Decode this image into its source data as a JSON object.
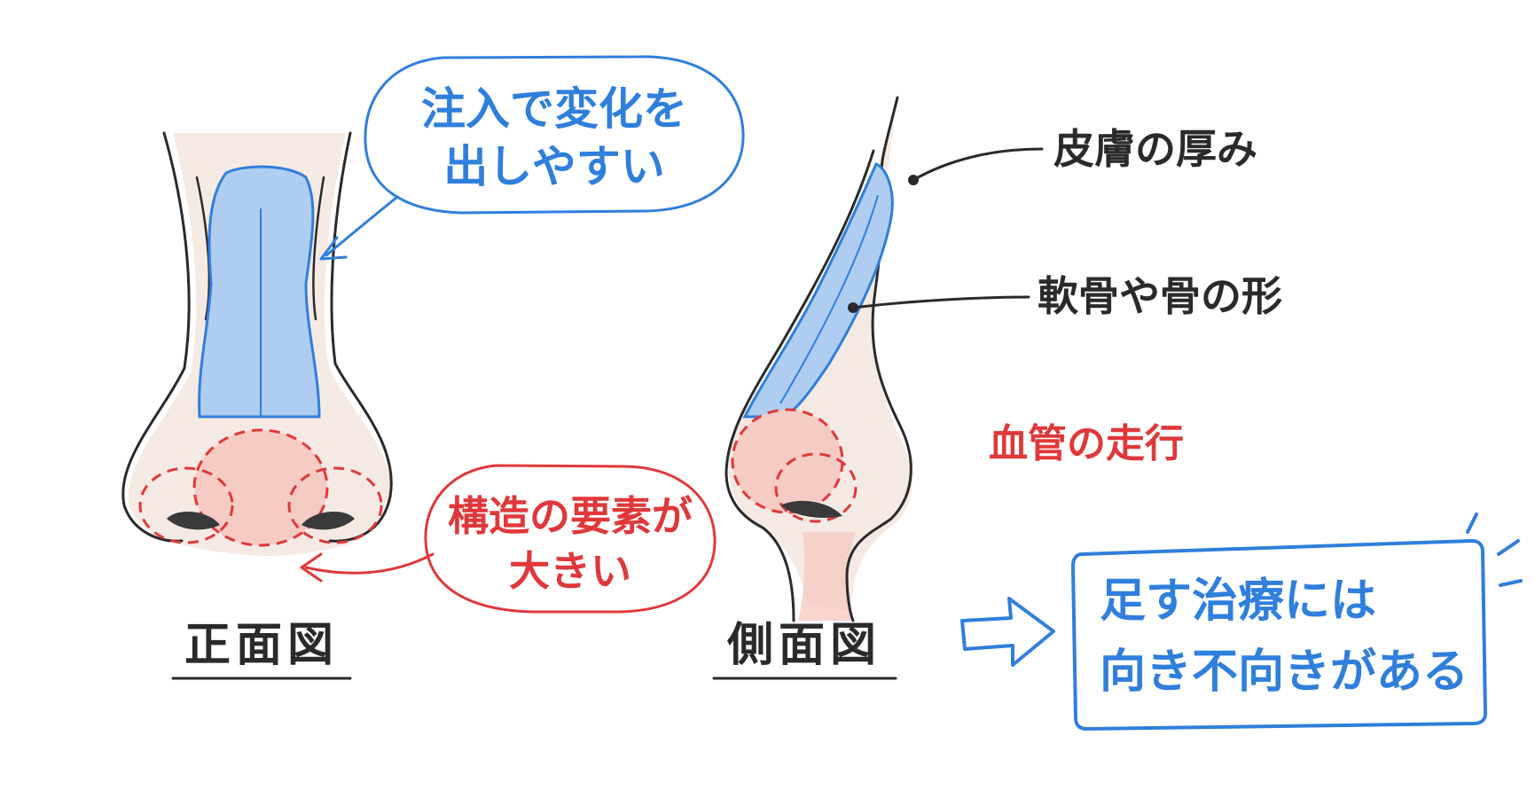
{
  "colors": {
    "blue": "#2f7fdc",
    "red": "#e0383a",
    "ink": "#2a2a2a",
    "skin": "#f3e6de",
    "skin_pink": "#f6cbc3",
    "soft_blue": "#aecdf0"
  },
  "front_view": {
    "title": "正面図",
    "callout_blue": {
      "line1": "注入で変化を",
      "line2": "出しやすい"
    },
    "callout_red": {
      "line1": "構造の要素が",
      "line2": "大きい"
    }
  },
  "side_view": {
    "title": "側面図",
    "label_skin": "皮膚の厚み",
    "label_cartilage": "軟骨や骨の形",
    "label_vessels": "血管の走行"
  },
  "conclusion": {
    "line1": "足す治療には",
    "line2": "向き不向きがある"
  }
}
